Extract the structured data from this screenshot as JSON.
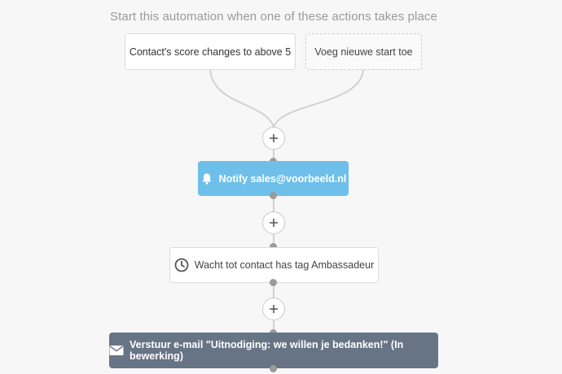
{
  "header": {
    "text": "Start this automation when one of these actions takes place"
  },
  "triggers": {
    "existing_label": "Contact's score changes to above 5",
    "add_label": "Voeg nieuwe start toe"
  },
  "steps": [
    {
      "type": "notify",
      "label": "Notify sales@voorbeeld.nl",
      "icon": "bell-icon",
      "color": "#6ec0ea"
    },
    {
      "type": "wait",
      "label": "Wacht tot contact has tag Ambassadeur",
      "icon": "clock-icon",
      "color": "#ffffff"
    },
    {
      "type": "email",
      "label": "Verstuur e-mail \"Uitnodiging: we willen je bedanken!\" (In bewerking)",
      "icon": "envelope-icon",
      "color": "#677485"
    }
  ],
  "colors": {
    "background": "#f7f7f7",
    "connector": "#d2d2d2",
    "node_dot": "#9a9a9a"
  }
}
